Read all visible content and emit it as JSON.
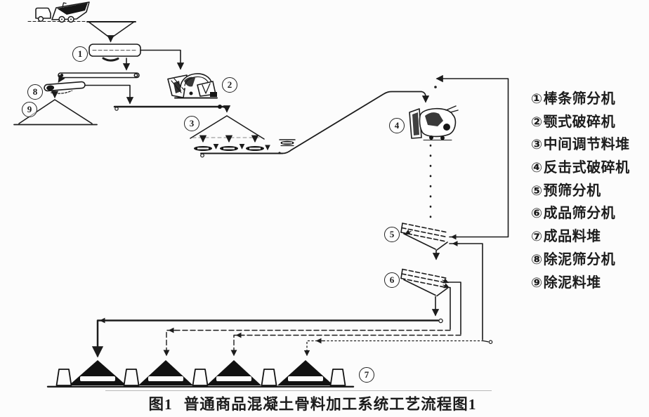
{
  "figure": {
    "caption_label": "图1",
    "caption_title": "普通商品混凝土骨料加工系统工艺流程图1"
  },
  "legend": {
    "items": [
      {
        "marker": "①",
        "label": "棒条筛分机"
      },
      {
        "marker": "②",
        "label": "颚式破碎机"
      },
      {
        "marker": "③",
        "label": "中间调节料堆"
      },
      {
        "marker": "④",
        "label": "反击式破碎机"
      },
      {
        "marker": "⑤",
        "label": "预筛分机"
      },
      {
        "marker": "⑥",
        "label": "成品筛分机"
      },
      {
        "marker": "⑦",
        "label": "成品料堆"
      },
      {
        "marker": "⑧",
        "label": "除泥筛分机"
      },
      {
        "marker": "⑨",
        "label": "除泥料堆"
      }
    ]
  },
  "diagram": {
    "nodes": [
      {
        "label": "1"
      },
      {
        "label": "2"
      },
      {
        "label": "3"
      },
      {
        "label": "4"
      },
      {
        "label": "5"
      },
      {
        "label": "6"
      },
      {
        "label": "7"
      },
      {
        "label": "8"
      },
      {
        "label": "9"
      }
    ],
    "colors": {
      "ink": "#1c1c1c",
      "background": "#fcfcfc"
    }
  }
}
